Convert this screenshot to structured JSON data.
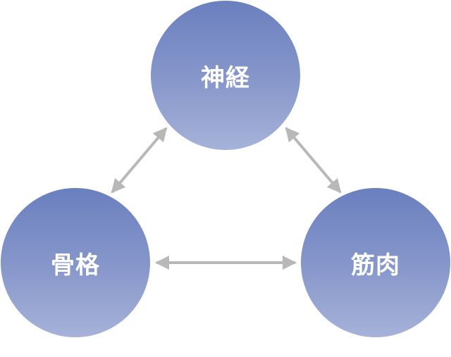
{
  "nodes": {
    "top": "神経",
    "left": "骨格",
    "right": "筋肉"
  },
  "colors": {
    "arrow": "#b8b8b8",
    "circle_top": "#6a7fbf",
    "circle_bottom": "#a6b2d8"
  },
  "relations": [
    {
      "from": "神経",
      "to": "骨格",
      "type": "bidirectional"
    },
    {
      "from": "神経",
      "to": "筋肉",
      "type": "bidirectional"
    },
    {
      "from": "骨格",
      "to": "筋肉",
      "type": "bidirectional"
    }
  ]
}
